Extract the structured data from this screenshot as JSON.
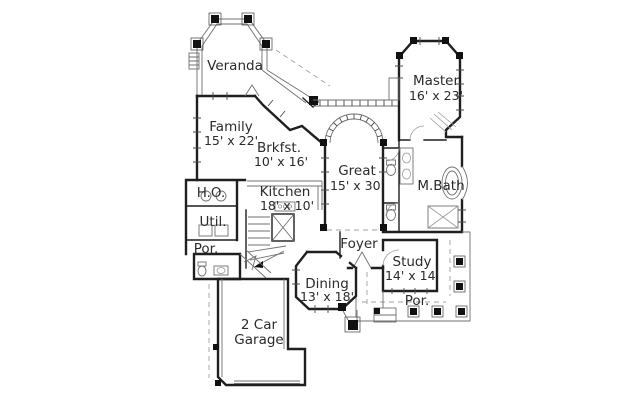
{
  "figure": {
    "type": "architectural-floor-plan",
    "background": "#ffffff",
    "ink_color": "#1f1f1f",
    "thin_line_color": "#707070",
    "dash_line_color": "#a0a0a0",
    "text_color": "#2b2b2b"
  },
  "rooms": {
    "veranda": {
      "name": "Veranda"
    },
    "master": {
      "name": "Master",
      "dims": "16' x 23'"
    },
    "family": {
      "name": "Family",
      "dims": "15' x 22'"
    },
    "brkfst": {
      "name": "Brkfst.",
      "dims": "10' x 16'"
    },
    "great": {
      "name": "Great",
      "dims": "15' x 30'"
    },
    "mbath": {
      "name": "M.Bath"
    },
    "ho": {
      "name": "H.O."
    },
    "kitchen": {
      "name": "Kitchen",
      "dims": "18' x 10'"
    },
    "util": {
      "name": "Util."
    },
    "por_left": {
      "name": "Por."
    },
    "foyer": {
      "name": "Foyer"
    },
    "study": {
      "name": "Study",
      "dims": "14' x 14'"
    },
    "dining": {
      "name": "Dining",
      "dims": "13' x 18'"
    },
    "por_right": {
      "name": "Por."
    },
    "garage": {
      "line1": "2 Car",
      "line2": "Garage"
    }
  }
}
